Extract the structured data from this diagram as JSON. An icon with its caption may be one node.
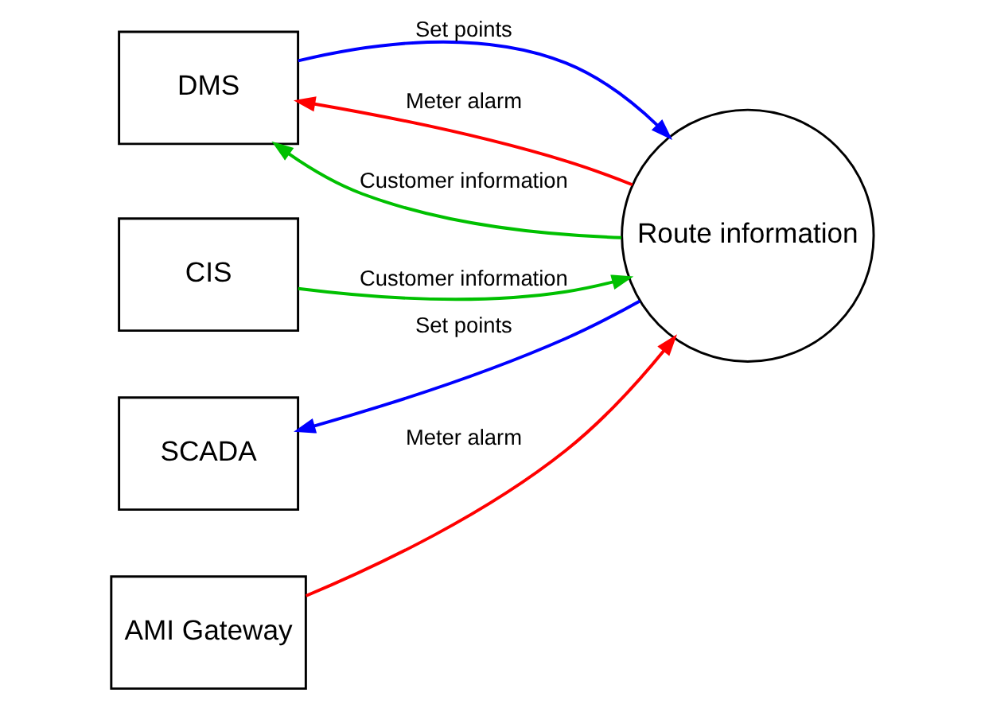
{
  "diagram": {
    "nodes": [
      {
        "text": [
          "DMS"
        ]
      },
      {
        "text": [
          "CIS"
        ]
      },
      {
        "text": [
          "Route information"
        ]
      },
      {
        "text": [
          "SCADA"
        ]
      },
      {
        "text": [
          "AMI Gateway"
        ]
      }
    ],
    "edges": [
      {
        "from": 0,
        "to": 2,
        "arrow": "to",
        "label": "Set points",
        "color": "#0000ff"
      },
      {
        "from": 2,
        "to": 0,
        "arrow": "to",
        "label": "Meter alarm",
        "color": "#ff0000"
      },
      {
        "from": 2,
        "to": 0,
        "arrow": "to",
        "label": "Customer information",
        "color": "#00c000"
      },
      {
        "from": 1,
        "to": 2,
        "arrow": "to",
        "label": "Customer information",
        "color": "#00c000"
      },
      {
        "from": 4,
        "to": 2,
        "arrow": "to",
        "label": "Meter alarm",
        "color": "#ff0000"
      },
      {
        "from": 2,
        "to": 3,
        "arrow": "to",
        "label": "Set points",
        "color": "#0000ff"
      }
    ]
  }
}
